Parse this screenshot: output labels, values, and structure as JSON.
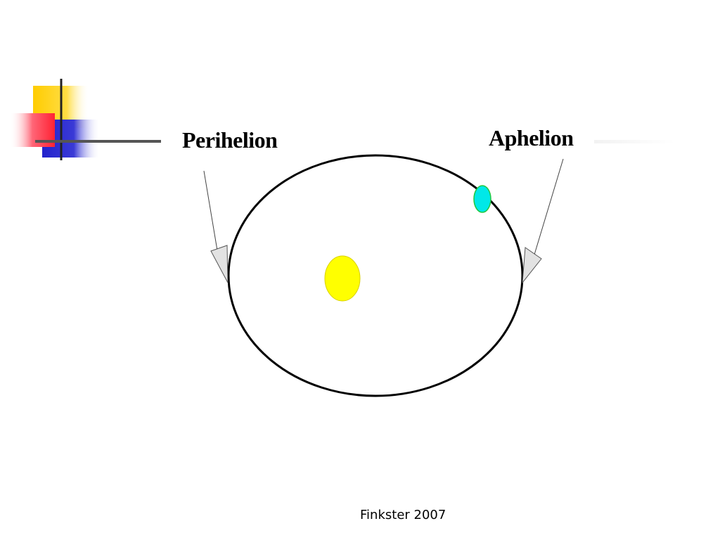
{
  "labels": {
    "perihelion": "Perihelion",
    "aphelion": "Aphelion"
  },
  "footer": {
    "text": "Finkster 2007"
  },
  "colors": {
    "sun": "#ffff00",
    "planet": "#00e8e8",
    "orbit": "#000000",
    "deco_yellow": "#ffcc00",
    "deco_red": "#ff3344",
    "deco_blue": "#2a2ad0"
  }
}
